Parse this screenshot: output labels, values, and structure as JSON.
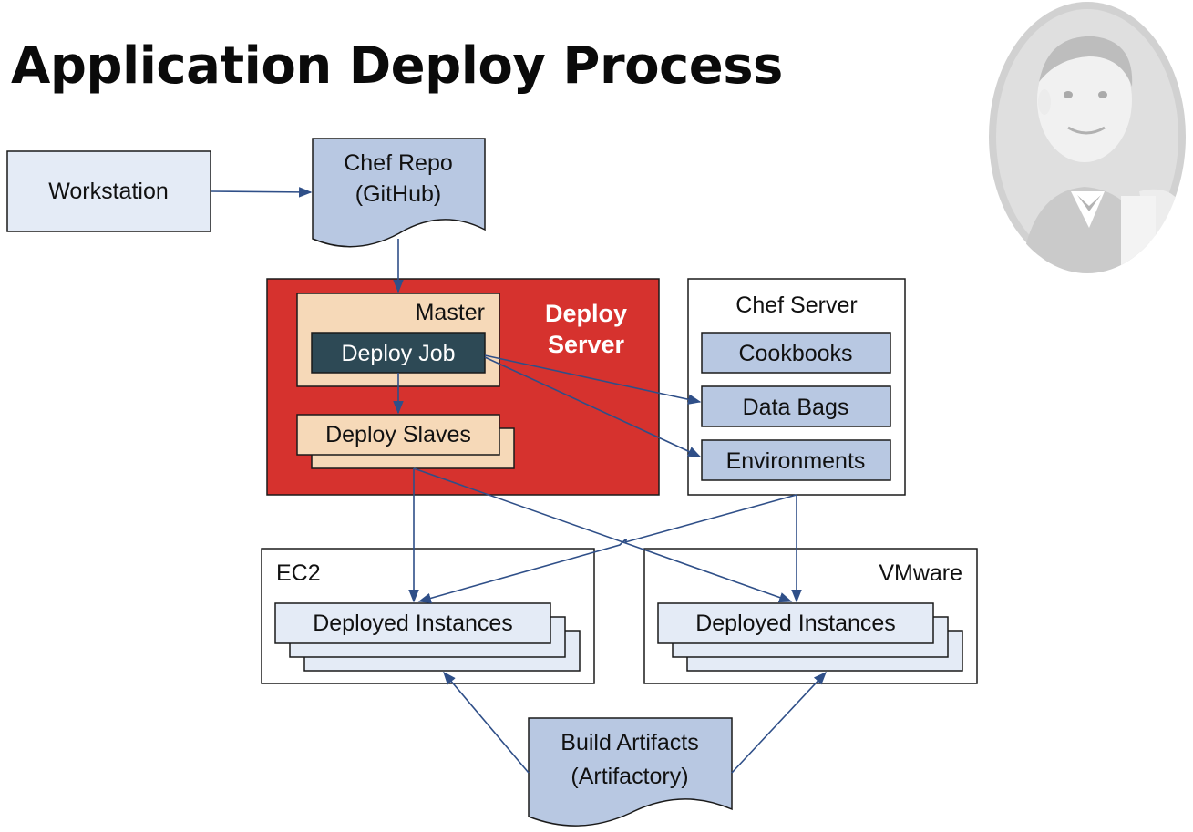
{
  "title": "Application Deploy Process",
  "nodes": {
    "workstation": "Workstation",
    "chef_repo": [
      "Chef Repo",
      "(GitHub)"
    ],
    "deploy_server": [
      "Deploy",
      "Server"
    ],
    "master": "Master",
    "deploy_job": "Deploy Job",
    "deploy_slaves": "Deploy Slaves",
    "chef_server": "Chef Server",
    "cookbooks": "Cookbooks",
    "data_bags": "Data Bags",
    "environments": "Environments",
    "ec2": "EC2",
    "vmware": "VMware",
    "deployed_instances": "Deployed Instances",
    "build_artifacts": [
      "Build Artifacts",
      "(Artifactory)"
    ]
  },
  "colors": {
    "light_box": "#e4ebf6",
    "blue_box": "#b8c8e2",
    "red_server": "#d6322e",
    "tan_box": "#f6d9b8",
    "dark_job": "#2d4955",
    "arrow": "#2f4f88"
  },
  "icons": {
    "mascot": "jenkins-butler-icon"
  }
}
